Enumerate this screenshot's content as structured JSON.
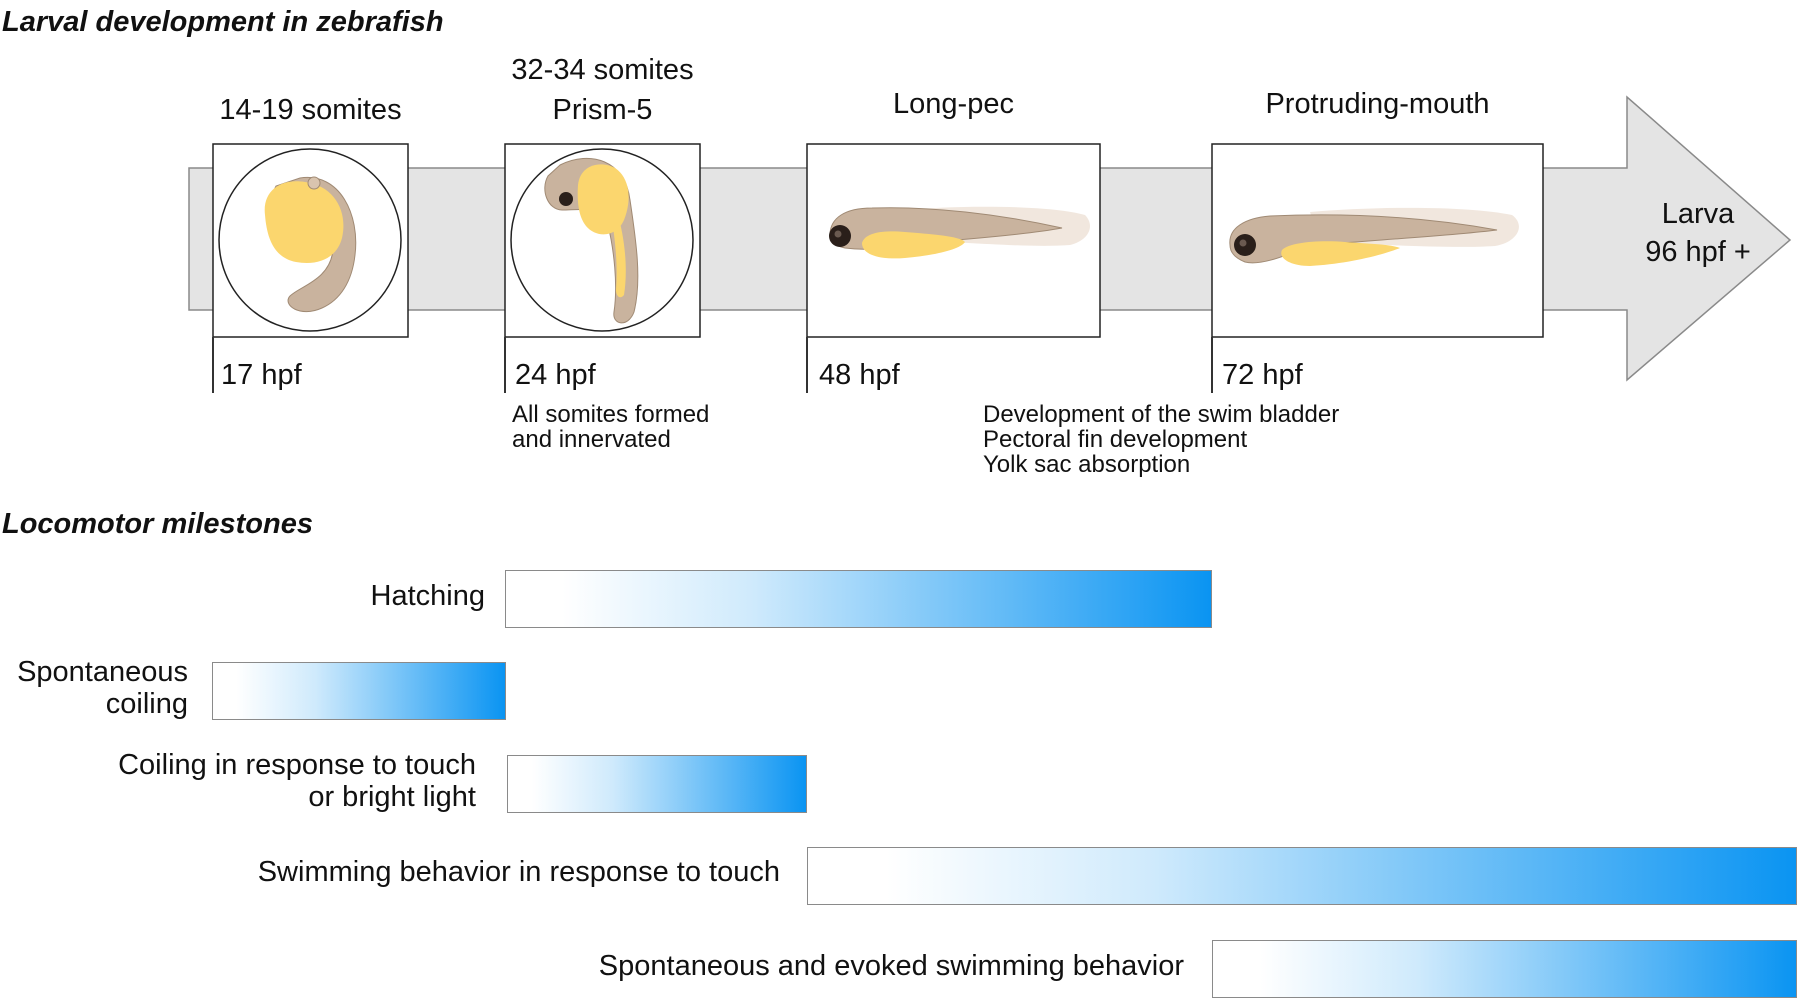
{
  "titles": {
    "development": "Larval development in zebrafish",
    "milestones": "Locomotor milestones"
  },
  "stages": [
    {
      "label_lines": [
        "14-19 somites"
      ],
      "hpf": "17 hpf",
      "notes": [],
      "icon": "embryo-in-chorion-icon"
    },
    {
      "label_lines": [
        "32-34 somites",
        "Prism-5"
      ],
      "hpf": "24 hpf",
      "notes": [
        "All somites formed",
        "and innervated"
      ],
      "icon": "embryo-in-chorion-icon"
    },
    {
      "label_lines": [
        "Long-pec"
      ],
      "hpf": "48 hpf",
      "notes": [],
      "icon": "hatched-larva-icon"
    },
    {
      "label_lines": [
        "Protruding-mouth"
      ],
      "hpf": "72 hpf",
      "notes": [],
      "icon": "protruding-mouth-larva-icon"
    }
  ],
  "mid_notes": [
    "Development of the swim bladder",
    "Pectoral fin development",
    "Yolk sac absorption"
  ],
  "arrow": {
    "label_lines": [
      "Larva",
      "96 hpf +"
    ]
  },
  "milestones": [
    {
      "label_lines": [
        "Hatching"
      ]
    },
    {
      "label_lines": [
        "Spontaneous",
        "coiling"
      ]
    },
    {
      "label_lines": [
        "Coiling in response to touch",
        "or bright light"
      ]
    },
    {
      "label_lines": [
        "Swimming behavior in response to touch"
      ]
    },
    {
      "label_lines": [
        "Spontaneous and evoked swimming behavior"
      ]
    }
  ],
  "colors": {
    "arrow_fill": "#e4e4e4",
    "arrow_stroke": "#8a8a8a",
    "bar_start": "#ffffff",
    "bar_end": "#0a94f2",
    "yolk": "#fbd66e",
    "embryo_body": "#c9b39e",
    "eye": "#2a1f1a"
  }
}
